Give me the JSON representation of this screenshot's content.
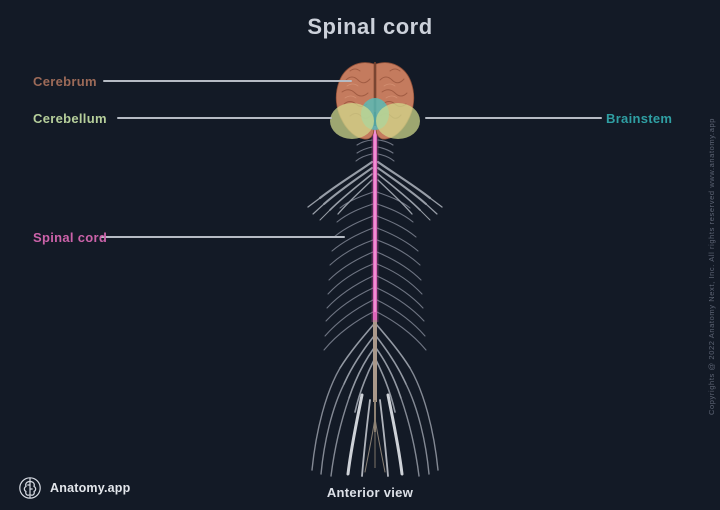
{
  "title": "Spinal cord",
  "labels": {
    "cerebrum": {
      "text": "Cerebrum",
      "color": "#9c6a58"
    },
    "cerebellum": {
      "text": "Cerebellum",
      "color": "#b6cf9b"
    },
    "brainstem": {
      "text": "Brainstem",
      "color": "#2f9fa3"
    },
    "spinal_cord": {
      "text": "Spinal cord",
      "color": "#cb62a9"
    }
  },
  "footer": {
    "brand_name": "Anatomy.app",
    "view_label": "Anterior view"
  },
  "watermark": "Copyrights @ 2022 Anatomy Next, Inc. All rights reserved www.anatomy.app",
  "illustration": {
    "subject": "brain and spinal cord, anterior view",
    "highlighted_structures": [
      "cerebrum",
      "cerebellum",
      "brainstem",
      "spinal cord"
    ],
    "colors": {
      "background": "#131a26",
      "cerebrum": "#c47b5e",
      "cerebellum_highlight": "#d3dc8e",
      "brainstem_highlight": "#57bdb9",
      "spinal_cord": "#de66bb",
      "nerves": "#8a8f9a",
      "leader_line": "#b6bbc4",
      "title_text": "#ccd1da"
    }
  }
}
